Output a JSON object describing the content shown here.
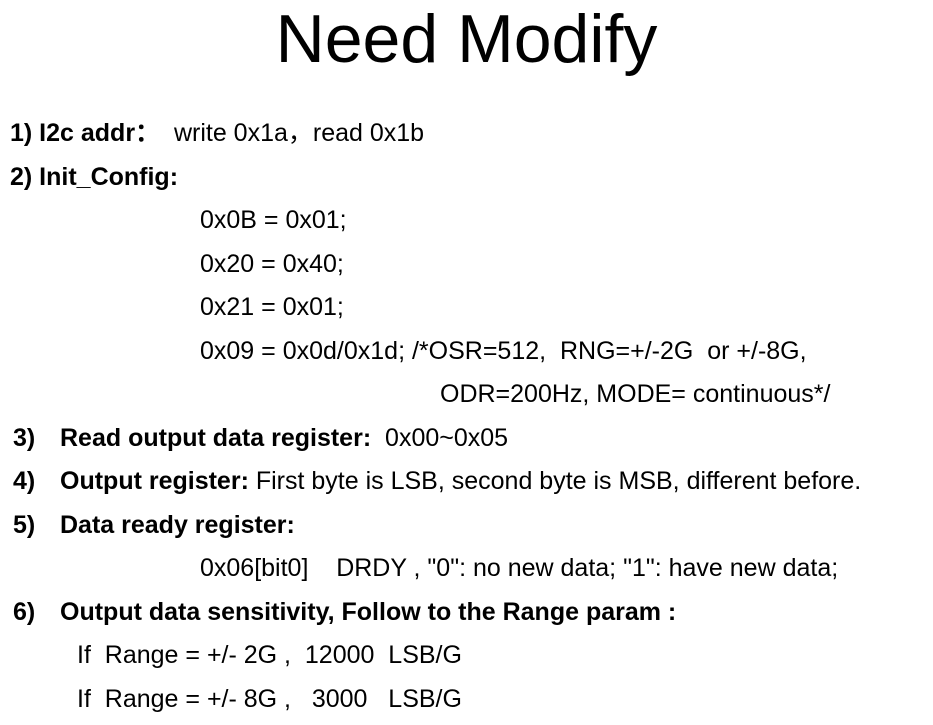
{
  "slide": {
    "title": "Need Modify",
    "item1": {
      "bold": "1) I2c addr：",
      "normal": "  write 0x1a，read 0x1b"
    },
    "item2": {
      "bold": "2) Init_Config:"
    },
    "config": [
      "0x0B = 0x01;",
      "0x20 = 0x40;",
      "0x21 = 0x01;",
      "0x09 = 0x0d/0x1d; /*OSR=512,  RNG=+/-2G  or +/-8G,",
      "ODR=200Hz, MODE= continuous*/"
    ],
    "item3": {
      "num": "3)",
      "bold": "Read output data register:",
      "normal": "  0x00~0x05"
    },
    "item4": {
      "num": "4)",
      "bold": "Output register:",
      "normal": " First byte is LSB, second byte is MSB, different before."
    },
    "item5": {
      "num": "5)",
      "bold": "Data ready register:"
    },
    "drdy_line": "0x06[bit0]    DRDY , \"0\": no new data; \"1\": have new data;",
    "item6": {
      "num": "6)",
      "bold": "Output data sensitivity, Follow to the Range param :"
    },
    "range_2g": "If  Range = +/- 2G ,  12000  LSB/G",
    "range_8g": "If  Range = +/- 8G ,   3000   LSB/G"
  }
}
